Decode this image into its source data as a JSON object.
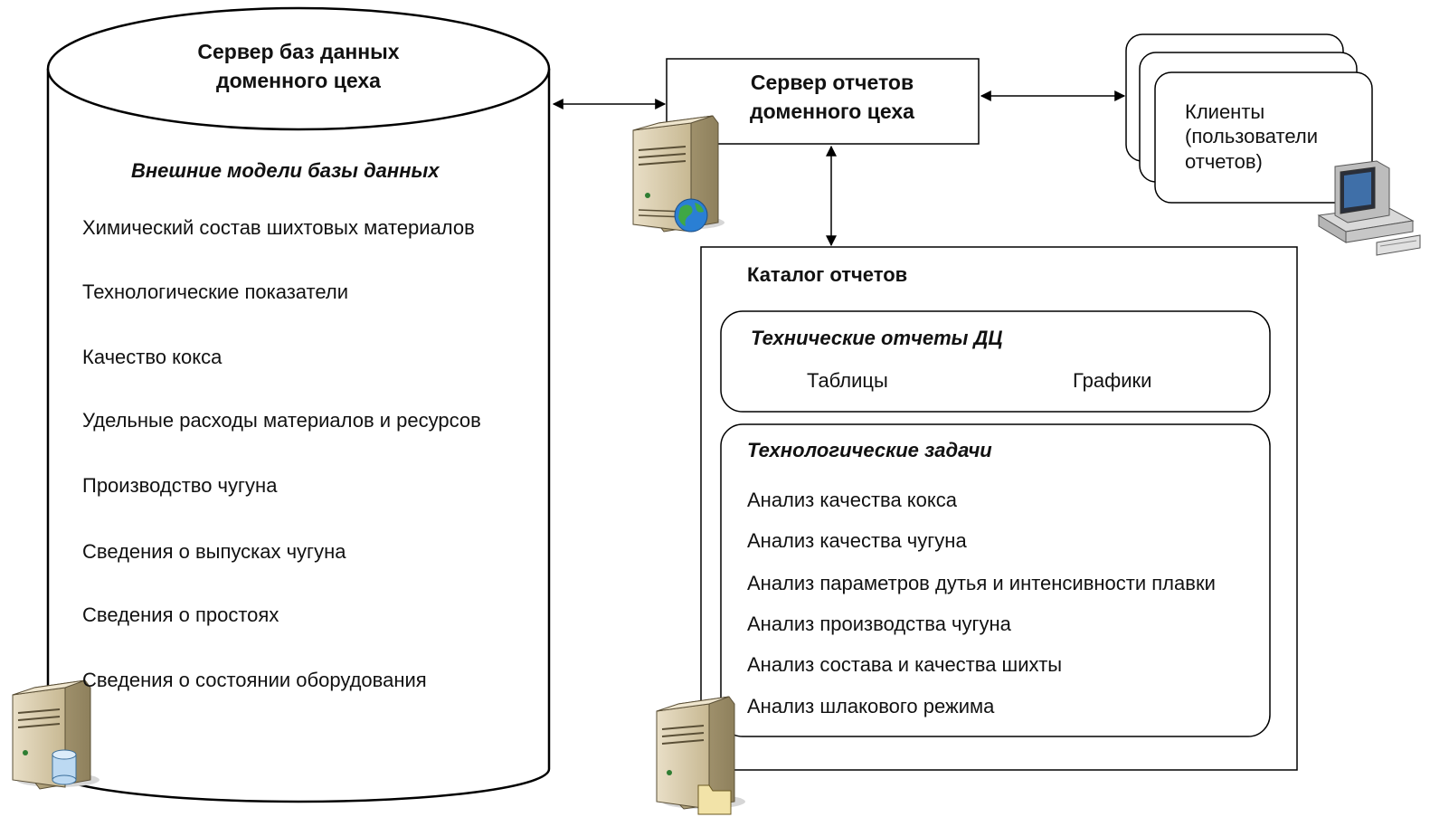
{
  "db_server": {
    "title_line1": "Сервер баз данных",
    "title_line2": "доменного цеха",
    "section_title": "Внешние модели базы данных",
    "models": [
      "Химический состав шихтовых материалов",
      "Технологические показатели",
      "Качество кокса",
      "Удельные расходы материалов и ресурсов",
      "Производство чугуна",
      "Сведения о выпусках чугуна",
      "Сведения о простоях",
      "Сведения о состоянии оборудования"
    ]
  },
  "report_server": {
    "title_line1": "Сервер отчетов",
    "title_line2": "доменного цеха"
  },
  "clients": {
    "line1": "Клиенты",
    "line2": "(пользователи",
    "line3": "отчетов)"
  },
  "catalog": {
    "title": "Каталог отчетов",
    "technical": {
      "title": "Технические отчеты ДЦ",
      "tables": "Таблицы",
      "charts": "Графики"
    },
    "tasks": {
      "title": "Технологические задачи",
      "items": [
        "Анализ качества кокса",
        "Анализ качества чугуна",
        "Анализ параметров дутья и интенсивности плавки",
        "Анализ производства чугуна",
        "Анализ состава и качества шихты",
        "Анализ шлакового режима"
      ]
    }
  },
  "icons": {
    "db_server_icon": "server-database-icon",
    "report_server_icon": "server-globe-icon",
    "catalog_server_icon": "server-folder-icon",
    "client_icon": "desktop-computer-icon"
  }
}
